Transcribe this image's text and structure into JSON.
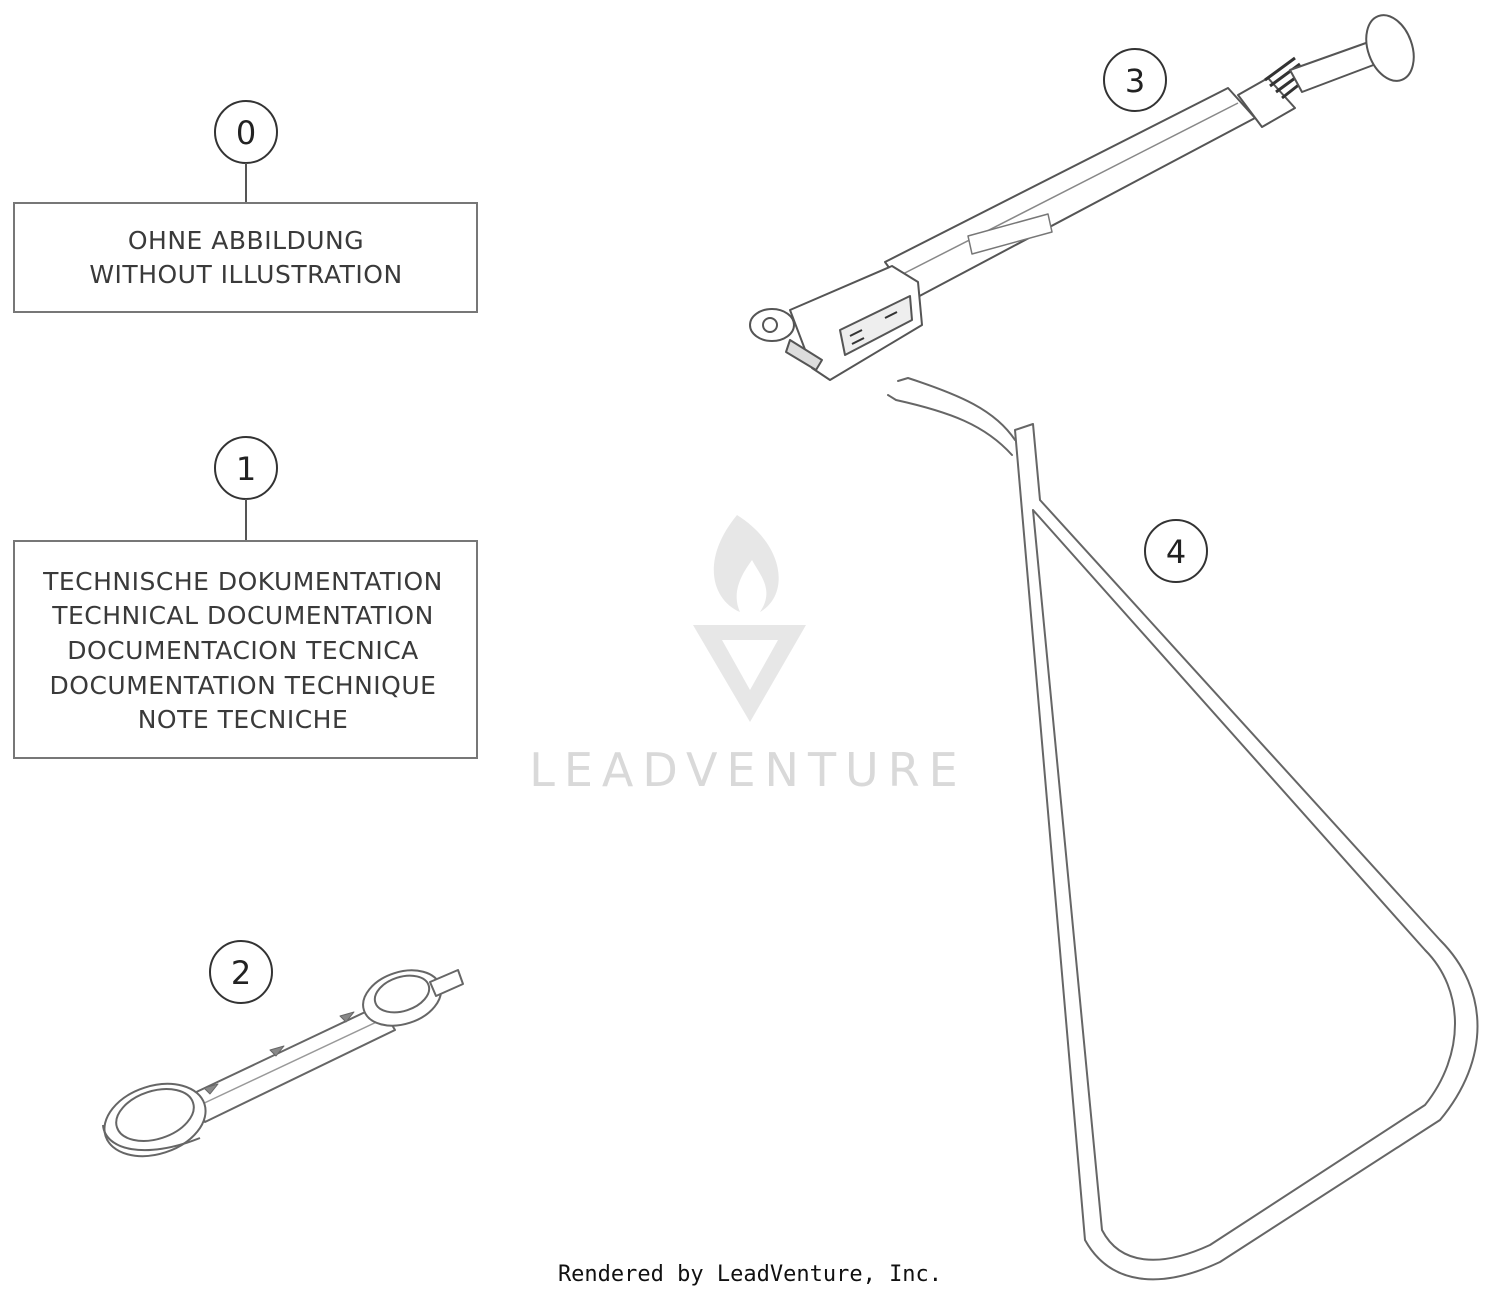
{
  "callouts": {
    "c0": "0",
    "c1": "1",
    "c2": "2",
    "c3": "3",
    "c4": "4"
  },
  "box0": {
    "line1": "OHNE ABBILDUNG",
    "line2": "WITHOUT ILLUSTRATION"
  },
  "box1": {
    "line1": "TECHNISCHE DOKUMENTATION",
    "line2": "TECHNICAL DOCUMENTATION",
    "line3": "DOCUMENTACION TECNICA",
    "line4": "DOCUMENTATION TECHNIQUE",
    "line5": "NOTE TECNICHE"
  },
  "watermark": {
    "text": "LEADVENTURE"
  },
  "footer": {
    "text": "Rendered by LeadVenture, Inc."
  }
}
